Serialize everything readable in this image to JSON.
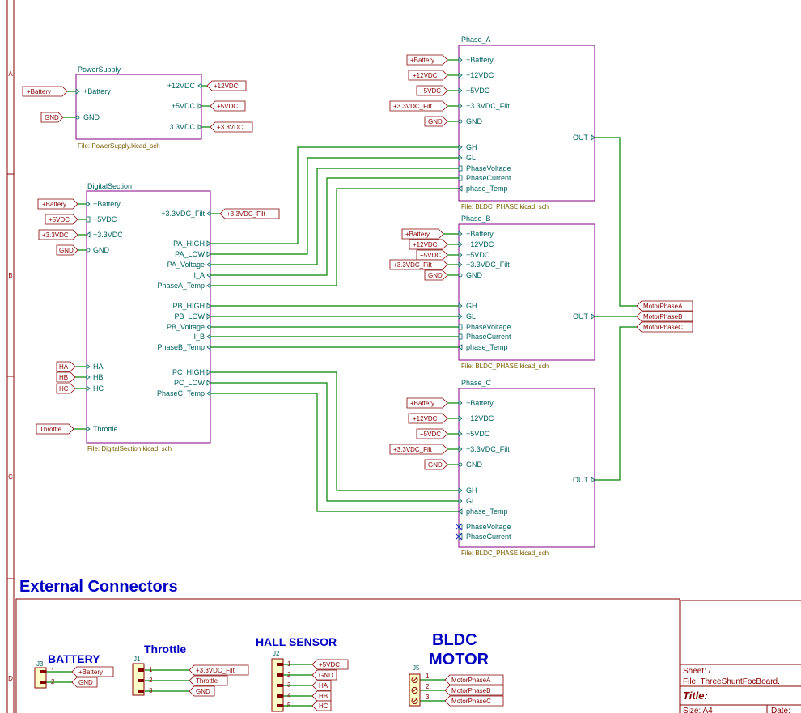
{
  "frame": {
    "row_labels": [
      "A",
      "B",
      "C",
      "D"
    ]
  },
  "colors": {
    "wire": "#008400",
    "sheet_border": "#840084",
    "symbol": "#840000",
    "pin_text": "#006060",
    "file_text": "#7a5c00",
    "title": "#0000c0",
    "frame": "#840000"
  },
  "sheets": {
    "power": {
      "name": "PowerSupply",
      "file": "File: PowerSupply.kicad_sch",
      "pins_left": [
        "+Battery",
        "GND"
      ],
      "pins_right": [
        "+12VDC",
        "+5VDC",
        "3.3VDC"
      ]
    },
    "digital": {
      "name": "DigitalSection",
      "file": "File: DigitalSection.kicad_sch",
      "pins_left": [
        "+Battery",
        "+5VDC",
        "+3.3VDC",
        "GND",
        "HA",
        "HB",
        "HC",
        "Throttle"
      ],
      "pins_right": [
        "+3.3VDC_Filt",
        "PA_HIGH",
        "PA_LOW",
        "PA_Voltage",
        "I_A",
        "PhaseA_Temp",
        "PB_HIGH",
        "PB_LOW",
        "PB_Voltage",
        "I_B",
        "PhaseB_Temp",
        "PC_HIGH",
        "PC_LOW",
        "PhaseC_Temp"
      ]
    },
    "phase_a": {
      "name": "Phase_A",
      "file": "File: BLDC_PHASE.kicad_sch",
      "pins_left": [
        "+Battery",
        "+12VDC",
        "+5VDC",
        "+3.3VDC_Filt",
        "GND",
        "GH",
        "GL",
        "PhaseVoltage",
        "PhaseCurrent",
        "phase_Temp"
      ],
      "pin_out": "OUT"
    },
    "phase_b": {
      "name": "Phase_B",
      "file": "File: BLDC_PHASE.kicad_sch",
      "pins_left": [
        "+Battery",
        "+12VDC",
        "+5VDC",
        "+3.3VDC_Filt",
        "GND",
        "GH",
        "GL",
        "PhaseVoltage",
        "PhaseCurrent",
        "phase_Temp"
      ],
      "pin_out": "OUT"
    },
    "phase_c": {
      "name": "Phase_C",
      "file": "File: BLDC_PHASE.kicad_sch",
      "pins_left": [
        "+Battery",
        "+12VDC",
        "+5VDC",
        "+3.3VDC_Filt",
        "GND",
        "GH",
        "GL",
        "phase_Temp",
        "PhaseVoltage",
        "PhaseCurrent"
      ],
      "pin_out": "OUT"
    }
  },
  "power_labels": {
    "power": {
      "left": [
        "+Battery",
        "GND"
      ],
      "right": [
        "+12VDC",
        "+5VDC",
        "+3.3VDC"
      ]
    },
    "digital": {
      "left": [
        "+Battery",
        "+5VDC",
        "+3.3VDC",
        "GND",
        "HA",
        "HB",
        "HC",
        "Throttle"
      ],
      "right": [
        "+3.3VDC_Filt"
      ]
    },
    "phase_a": [
      "+Battery",
      "+12VDC",
      "+5VDC",
      "+3.3VDC_Filt",
      "GND"
    ],
    "phase_b": [
      "+Battery",
      "+12VDC",
      "+5VDC",
      "+3.3VDC_Filt",
      "GND"
    ],
    "phase_c": [
      "+Battery",
      "+12VDC",
      "+5VDC",
      "+3.3VDC_Filt",
      "GND"
    ]
  },
  "motor_labels": [
    "MotorPhaseA",
    "MotorPhaseB",
    "MotorPhaseC"
  ],
  "section_title": "External Connectors",
  "connectors": {
    "battery": {
      "title": "BATTERY",
      "ref": "J3",
      "pins": [
        "1",
        "2"
      ],
      "labels": [
        "+Battery",
        "GND"
      ]
    },
    "throttle": {
      "title": "Throttle",
      "ref": "J1",
      "pins": [
        "1",
        "2",
        "3"
      ],
      "labels": [
        "+3.3VDC_Filt",
        "Throttle",
        "GND"
      ]
    },
    "hall": {
      "title": "HALL SENSOR",
      "ref": "J2",
      "pins": [
        "1",
        "2",
        "3",
        "4",
        "5"
      ],
      "labels": [
        "+5VDC",
        "GND",
        "HA",
        "HB",
        "HC"
      ]
    },
    "motor": {
      "title_1": "BLDC",
      "title_2": "MOTOR",
      "ref": "J5",
      "pins": [
        "1",
        "2",
        "3"
      ],
      "labels": [
        "MotorPhaseA",
        "MotorPhaseB",
        "MotorPhaseC"
      ]
    }
  },
  "title_block": {
    "sheet": "Sheet: /",
    "file": "File: ThreeShuntFocBoard.",
    "title": "Title:",
    "size": "Size: A4",
    "date": "Date:"
  }
}
